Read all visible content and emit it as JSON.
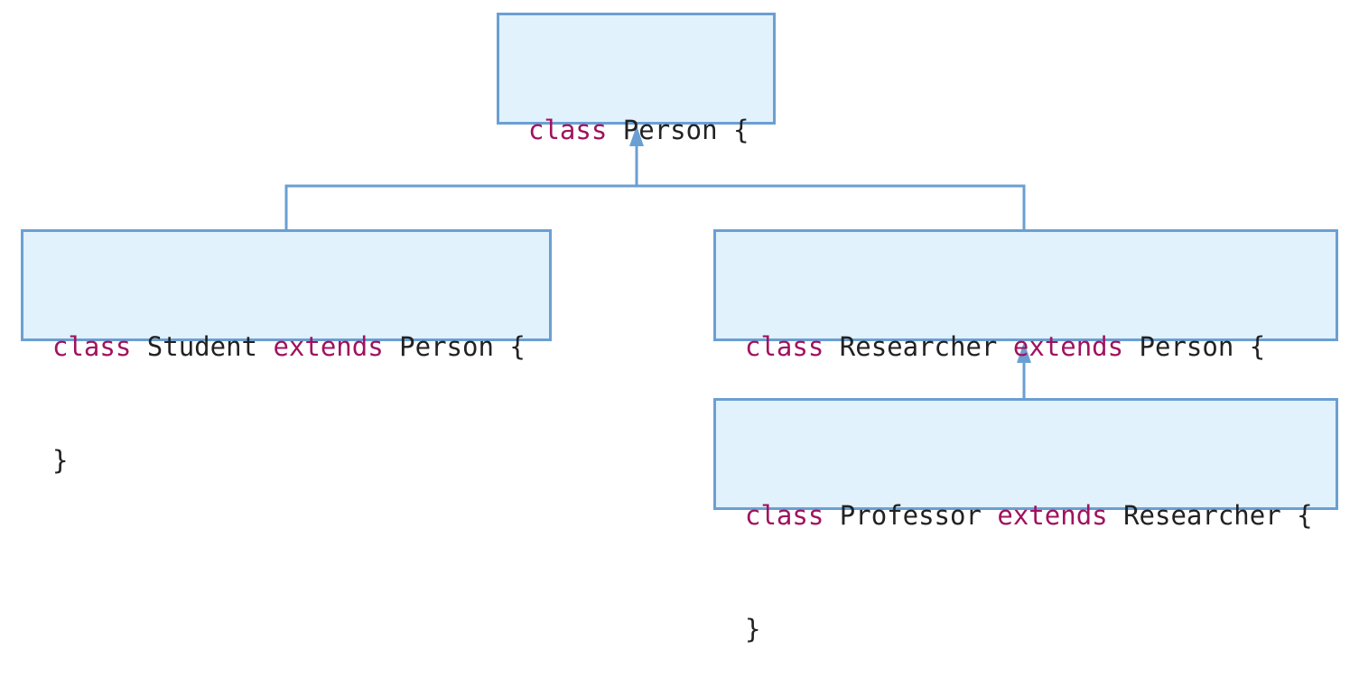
{
  "colors": {
    "box_fill": "#e1f2fc",
    "box_border": "#6a9fd3",
    "connector": "#6a9fd3",
    "keyword": "#a0125f",
    "identifier": "#222222"
  },
  "diagram": {
    "person": {
      "kw_class": "class",
      "name": "Person",
      "open": "{",
      "close": "}"
    },
    "student": {
      "kw_class": "class",
      "name": "Student",
      "kw_extends": "extends",
      "parent": "Person",
      "open": "{",
      "close": "}"
    },
    "researcher": {
      "kw_class": "class",
      "name": "Researcher",
      "kw_extends": "extends",
      "parent": "Person",
      "open": "{",
      "close": "}"
    },
    "professor": {
      "kw_class": "class",
      "name": "Professor",
      "kw_extends": "extends",
      "parent": "Researcher",
      "open": "{",
      "close": "}"
    }
  }
}
